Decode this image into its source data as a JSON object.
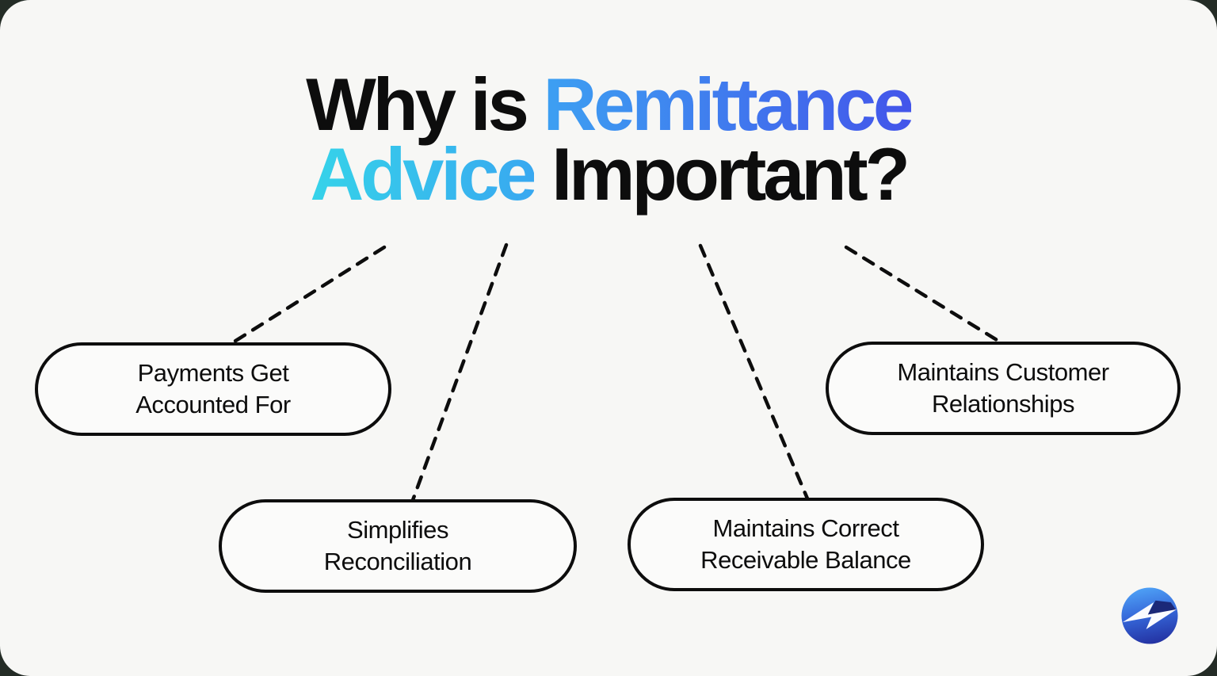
{
  "title": {
    "part1": "Why is ",
    "part2": "Remittance",
    "part3": "Advice",
    "part4": " Important?"
  },
  "nodes": [
    {
      "id": "payments-accounted",
      "lines": [
        "Payments Get",
        "Accounted For"
      ]
    },
    {
      "id": "simplifies-reconciliation",
      "lines": [
        "Simplifies",
        "Reconciliation"
      ]
    },
    {
      "id": "maintains-receivable-balance",
      "lines": [
        "Maintains Correct",
        "Receivable Balance"
      ]
    },
    {
      "id": "maintains-customer-relationships",
      "lines": [
        "Maintains Customer",
        "Relationships"
      ]
    }
  ],
  "logo": {
    "name": "blue-circle-lightning-bolt-logo"
  },
  "css_vars": {
    "bg-outside": "#242c26",
    "canvas": "#f7f7f5",
    "ink": "#0d0d0d",
    "rem-from": "#3da0f2",
    "rem-to": "#4355ea",
    "adv-from": "#36d3e9",
    "adv-to": "#38a8f0",
    "pill-bg": "#fbfbfa",
    "logo-top": "#4fa3f7",
    "logo-bottom": "#2433a3",
    "logo-shade": "#1b2878"
  }
}
